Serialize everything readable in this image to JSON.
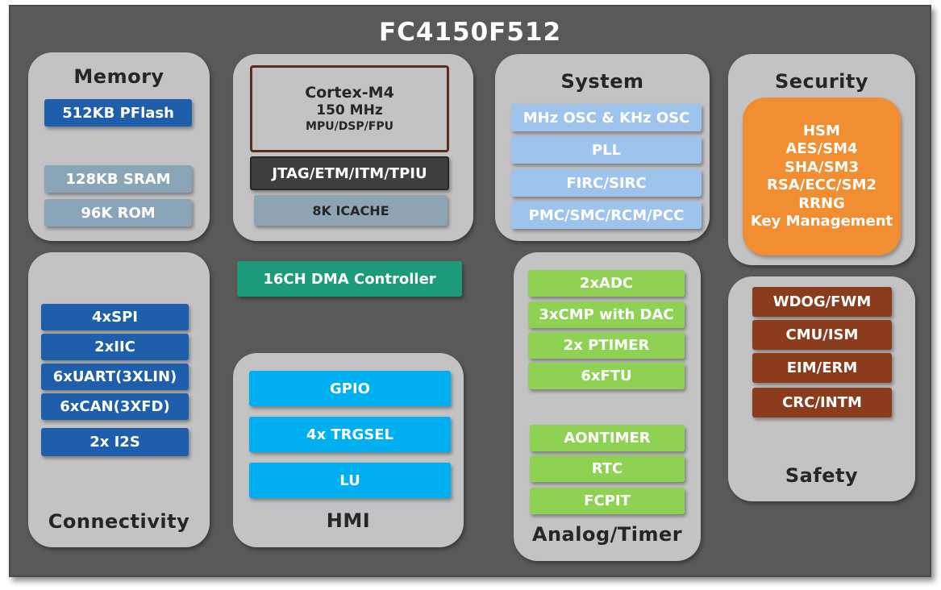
{
  "title": "FC4150F512",
  "memory": {
    "title": "Memory",
    "pflash": "512KB PFlash",
    "sram": "128KB SRAM",
    "rom": "96K ROM"
  },
  "core": {
    "name": "Cortex-M4",
    "freq": "150 MHz",
    "features": "MPU/DSP/FPU",
    "debug": "JTAG/ETM/ITM/TPIU",
    "cache": "8K ICACHE"
  },
  "dma": "16CH DMA Controller",
  "system": {
    "title": "System",
    "items": [
      "MHz OSC & KHz OSC",
      "PLL",
      "FIRC/SIRC",
      "PMC/SMC/RCM/PCC"
    ]
  },
  "security": {
    "title": "Security",
    "items": [
      "HSM",
      "AES/SM4",
      "SHA/SM3",
      "RSA/ECC/SM2",
      "RRNG",
      "Key Management"
    ]
  },
  "connectivity": {
    "title": "Connectivity",
    "items": [
      "4xSPI",
      "2xIIC",
      "6xUART(3XLIN)",
      "6xCAN(3XFD)",
      "2x I2S"
    ]
  },
  "hmi": {
    "title": "HMI",
    "items": [
      "GPIO",
      "4x TRGSEL",
      "LU"
    ]
  },
  "analog": {
    "title": "Analog/Timer",
    "items": [
      "2xADC",
      "3xCMP with DAC",
      "2x PTIMER",
      "6xFTU",
      "AONTIMER",
      "RTC",
      "FCPIT"
    ]
  },
  "safety": {
    "title": "Safety",
    "items": [
      "WDOG/FWM",
      "CMU/ISM",
      "EIM/ERM",
      "CRC/INTM"
    ]
  },
  "colors": {
    "board": "#595959",
    "panel": "#c3c3c3",
    "connectivity_blue": "#1f5eab",
    "hmi_cyan": "#00aff0",
    "analog_green": "#8fd253",
    "safety_brown": "#8a3c1d",
    "security_orange": "#f28e32",
    "dma_teal": "#1d9a79"
  }
}
